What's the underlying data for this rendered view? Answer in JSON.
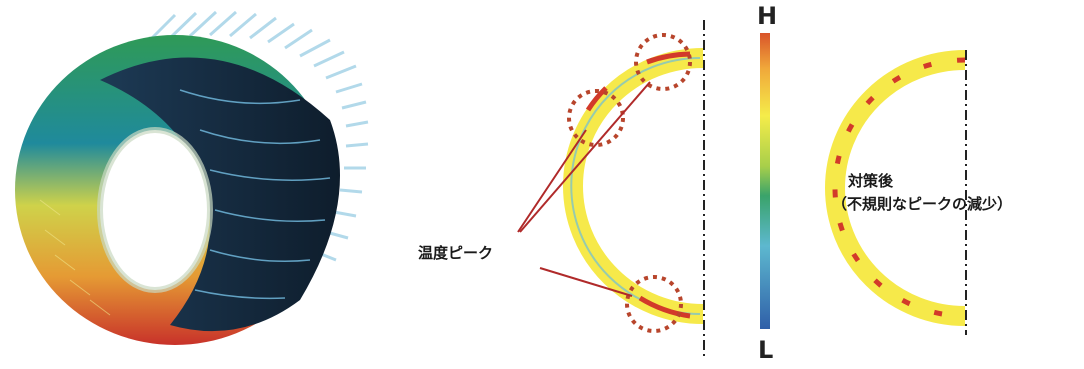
{
  "labels": {
    "temperature_peak": "温度ピーク",
    "after_countermeasure": "対策後",
    "irregular_peak_reduction": "（不規則なピークの減少）"
  },
  "color_scale": {
    "high": "H",
    "low": "L",
    "colors": [
      "#d9542a",
      "#f3d23a",
      "#f5ec4a",
      "#8cc64a",
      "#3aa39c",
      "#5aa9cf",
      "#2f6fb2"
    ]
  },
  "colors": {
    "peak_marker": "#b8452c",
    "leader_line": "#b02a2a",
    "ring_fill": "#f6e94a",
    "ring_edge_inner": "#7ec3c7",
    "hot_spot": "#d23a2a",
    "axis_line": "#222222"
  }
}
